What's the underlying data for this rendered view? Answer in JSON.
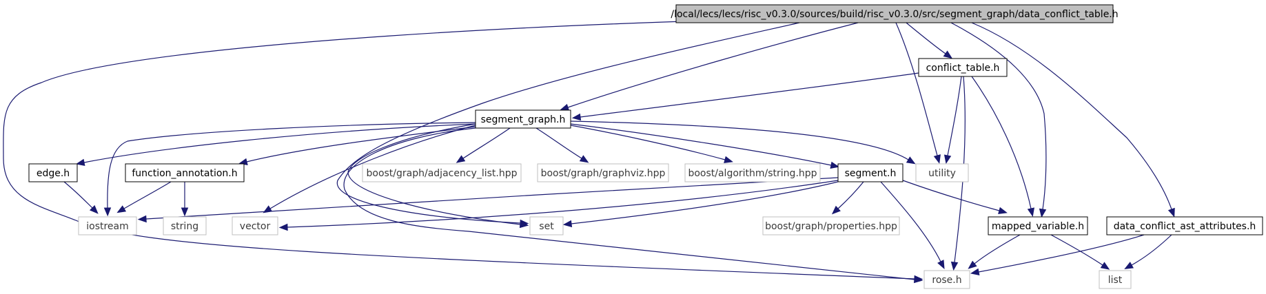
{
  "colors": {
    "edge": "#191970",
    "root_fill": "#bfbfbf",
    "node_border": "#000000",
    "external_border": "#bfbfbf"
  },
  "nodes": {
    "root": {
      "label": "/local/lecs/lecs/risc_v0.3.0/sources/build/risc_v0.3.0/src/segment_graph/data_conflict_table.h",
      "kind": "root"
    },
    "conflict_table": {
      "label": "conflict_table.h",
      "kind": "header"
    },
    "segment_graph": {
      "label": "segment_graph.h",
      "kind": "header"
    },
    "edge": {
      "label": "edge.h",
      "kind": "header"
    },
    "function_annotation": {
      "label": "function_annotation.h",
      "kind": "header"
    },
    "adjacency_list": {
      "label": "boost/graph/adjacency_list.hpp",
      "kind": "external"
    },
    "graphviz": {
      "label": "boost/graph/graphviz.hpp",
      "kind": "external"
    },
    "algorithm_string": {
      "label": "boost/algorithm/string.hpp",
      "kind": "external"
    },
    "segment": {
      "label": "segment.h",
      "kind": "header"
    },
    "utility": {
      "label": "utility",
      "kind": "external"
    },
    "iostream": {
      "label": "iostream",
      "kind": "external"
    },
    "string": {
      "label": "string",
      "kind": "external"
    },
    "vector": {
      "label": "vector",
      "kind": "external"
    },
    "set": {
      "label": "set",
      "kind": "external"
    },
    "properties": {
      "label": "boost/graph/properties.hpp",
      "kind": "external"
    },
    "mapped_variable": {
      "label": "mapped_variable.h",
      "kind": "header"
    },
    "data_conflict_ast": {
      "label": "data_conflict_ast_attributes.h",
      "kind": "header"
    },
    "rose": {
      "label": "rose.h",
      "kind": "external"
    },
    "list": {
      "label": "list",
      "kind": "external"
    }
  },
  "edges": [
    [
      "root",
      "rose"
    ],
    [
      "root",
      "set"
    ],
    [
      "root",
      "segment_graph"
    ],
    [
      "root",
      "utility"
    ],
    [
      "root",
      "conflict_table"
    ],
    [
      "root",
      "mapped_variable"
    ],
    [
      "root",
      "data_conflict_ast"
    ],
    [
      "conflict_table",
      "segment_graph"
    ],
    [
      "conflict_table",
      "utility"
    ],
    [
      "conflict_table",
      "rose"
    ],
    [
      "conflict_table",
      "mapped_variable"
    ],
    [
      "segment_graph",
      "edge"
    ],
    [
      "segment_graph",
      "iostream"
    ],
    [
      "segment_graph",
      "function_annotation"
    ],
    [
      "segment_graph",
      "vector"
    ],
    [
      "segment_graph",
      "set"
    ],
    [
      "segment_graph",
      "rose"
    ],
    [
      "segment_graph",
      "adjacency_list"
    ],
    [
      "segment_graph",
      "graphviz"
    ],
    [
      "segment_graph",
      "algorithm_string"
    ],
    [
      "segment_graph",
      "segment"
    ],
    [
      "segment_graph",
      "utility"
    ],
    [
      "edge",
      "iostream"
    ],
    [
      "function_annotation",
      "iostream"
    ],
    [
      "function_annotation",
      "string"
    ],
    [
      "segment",
      "iostream"
    ],
    [
      "segment",
      "vector"
    ],
    [
      "segment",
      "set"
    ],
    [
      "segment",
      "properties"
    ],
    [
      "segment",
      "rose"
    ],
    [
      "segment",
      "mapped_variable"
    ],
    [
      "mapped_variable",
      "rose"
    ],
    [
      "mapped_variable",
      "list"
    ],
    [
      "data_conflict_ast",
      "rose"
    ],
    [
      "data_conflict_ast",
      "list"
    ]
  ]
}
